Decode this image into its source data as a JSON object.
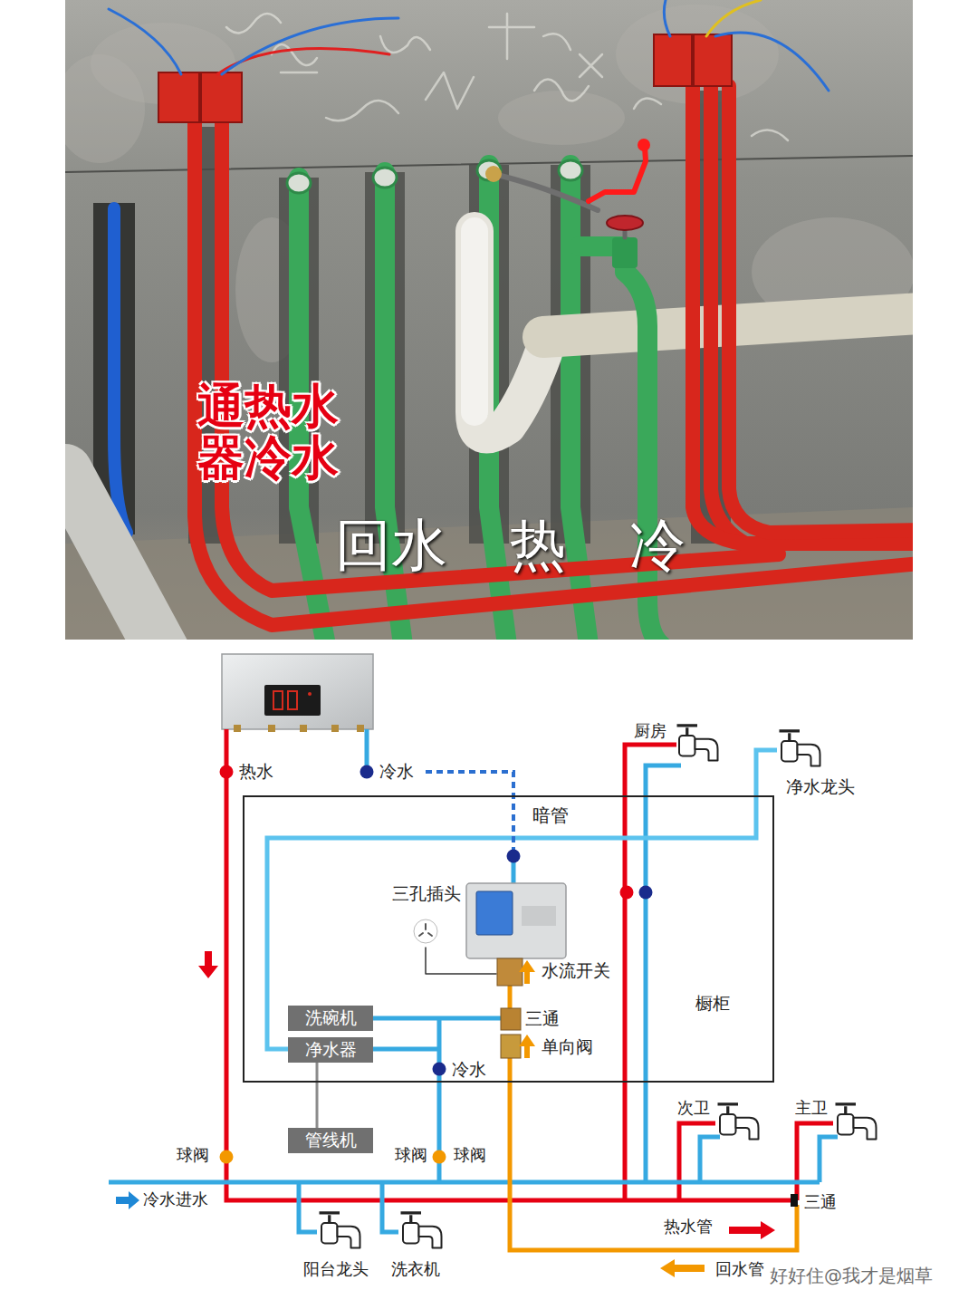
{
  "diagram": {
    "nodes": [
      {
        "text": [
          "暗管",
          "橱柜"
        ]
      },
      {
        "text": [
          "洗碗机"
        ],
        "in": 0
      },
      {
        "text": [
          "净水器"
        ],
        "in": 0
      },
      {
        "text": [
          "管线机"
        ]
      }
    ],
    "edges": [
      {
        "from": 2,
        "to": 3,
        "arrow": "none"
      }
    ],
    "labels": [
      "通热水 器冷水",
      "回水 热 冷",
      "热水",
      "冷水",
      "三孔插头",
      "水流开关",
      "三通",
      "单向阀",
      "冷水",
      "厨房",
      "净水龙头",
      "次卫",
      "主卫",
      "三通",
      "球阀",
      "球阀",
      "球阀",
      "冷水进水",
      "热水管",
      "回水管",
      "阳台龙头",
      "洗衣机",
      "好好住@我才是烟草"
    ]
  }
}
